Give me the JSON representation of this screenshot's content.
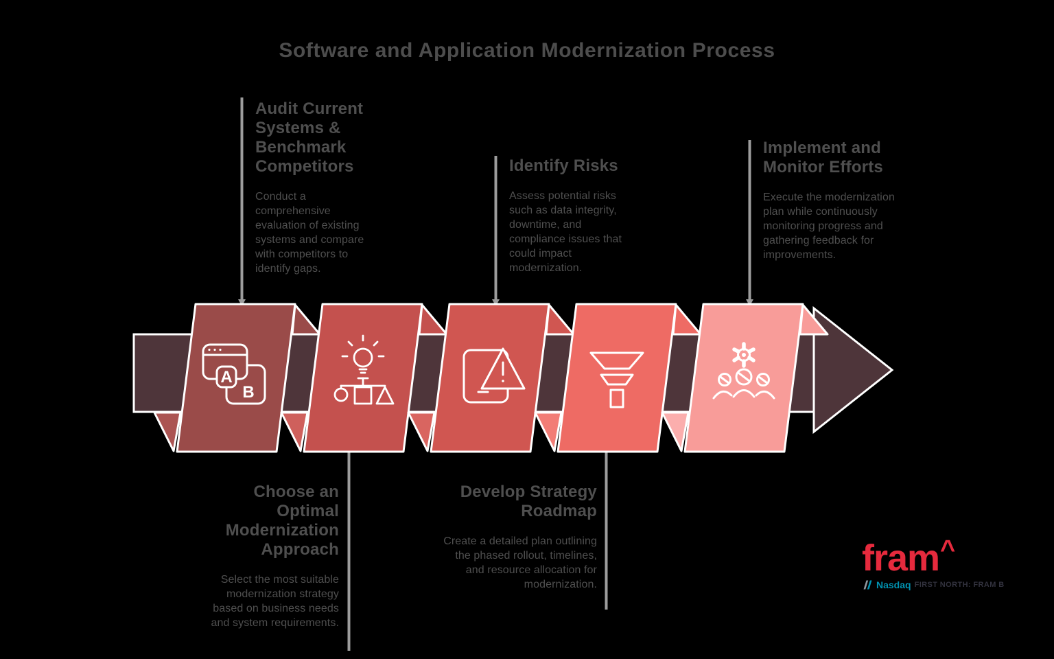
{
  "title": "Software and Application Modernization Process",
  "background_color": "#000000",
  "text_color": "#4f4f4f",
  "connector_color": "#9d9d9d",
  "arrow": {
    "color": "#4e353a",
    "outline_color": "#ffffff"
  },
  "steps": [
    {
      "title": "Audit Current Systems & Benchmark Competitors",
      "description": "Conduct a comprehensive evaluation of existing systems and compare with competitors to identify gaps.",
      "color": "#9a4b49",
      "fold_color": "#ab5452",
      "icon": "ab-comparison-icon",
      "label_position": "top"
    },
    {
      "title": "Choose an Optimal Modernization Approach",
      "description": "Select the most suitable modernization strategy based on business needs and system requirements.",
      "color": "#c4514e",
      "fold_color": "#cf605c",
      "icon": "idea-flowchart-icon",
      "label_position": "bottom"
    },
    {
      "title": "Identify Risks",
      "description": "Assess potential risks such as data integrity, downtime, and compliance issues that could impact modernization.",
      "color": "#d05651",
      "fold_color": "#d96560",
      "icon": "device-warning-icon",
      "label_position": "top"
    },
    {
      "title": "Develop Strategy Roadmap",
      "description": "Create a detailed plan outlining the phased rollout, timelines, and resource allocation for modernization.",
      "color": "#ee6b64",
      "fold_color": "#f27d76",
      "icon": "funnel-icon",
      "label_position": "bottom"
    },
    {
      "title": "Implement and Monitor Efforts",
      "description": "Execute the modernization plan while continuously monitoring progress and gathering feedback for improvements.",
      "color": "#f89c99",
      "fold_color": "#fbaead",
      "icon": "team-settings-icon",
      "label_position": "top"
    }
  ],
  "icon_letters": {
    "a": "A",
    "b": "B"
  },
  "logo": {
    "brand": "fram",
    "caret": "^",
    "brand_color": "#e62a3d",
    "exchange": "Nasdaq",
    "exchange_color": "#0093b2",
    "listing": "FIRST NORTH: FRAM B",
    "listing_color": "#32323e"
  }
}
